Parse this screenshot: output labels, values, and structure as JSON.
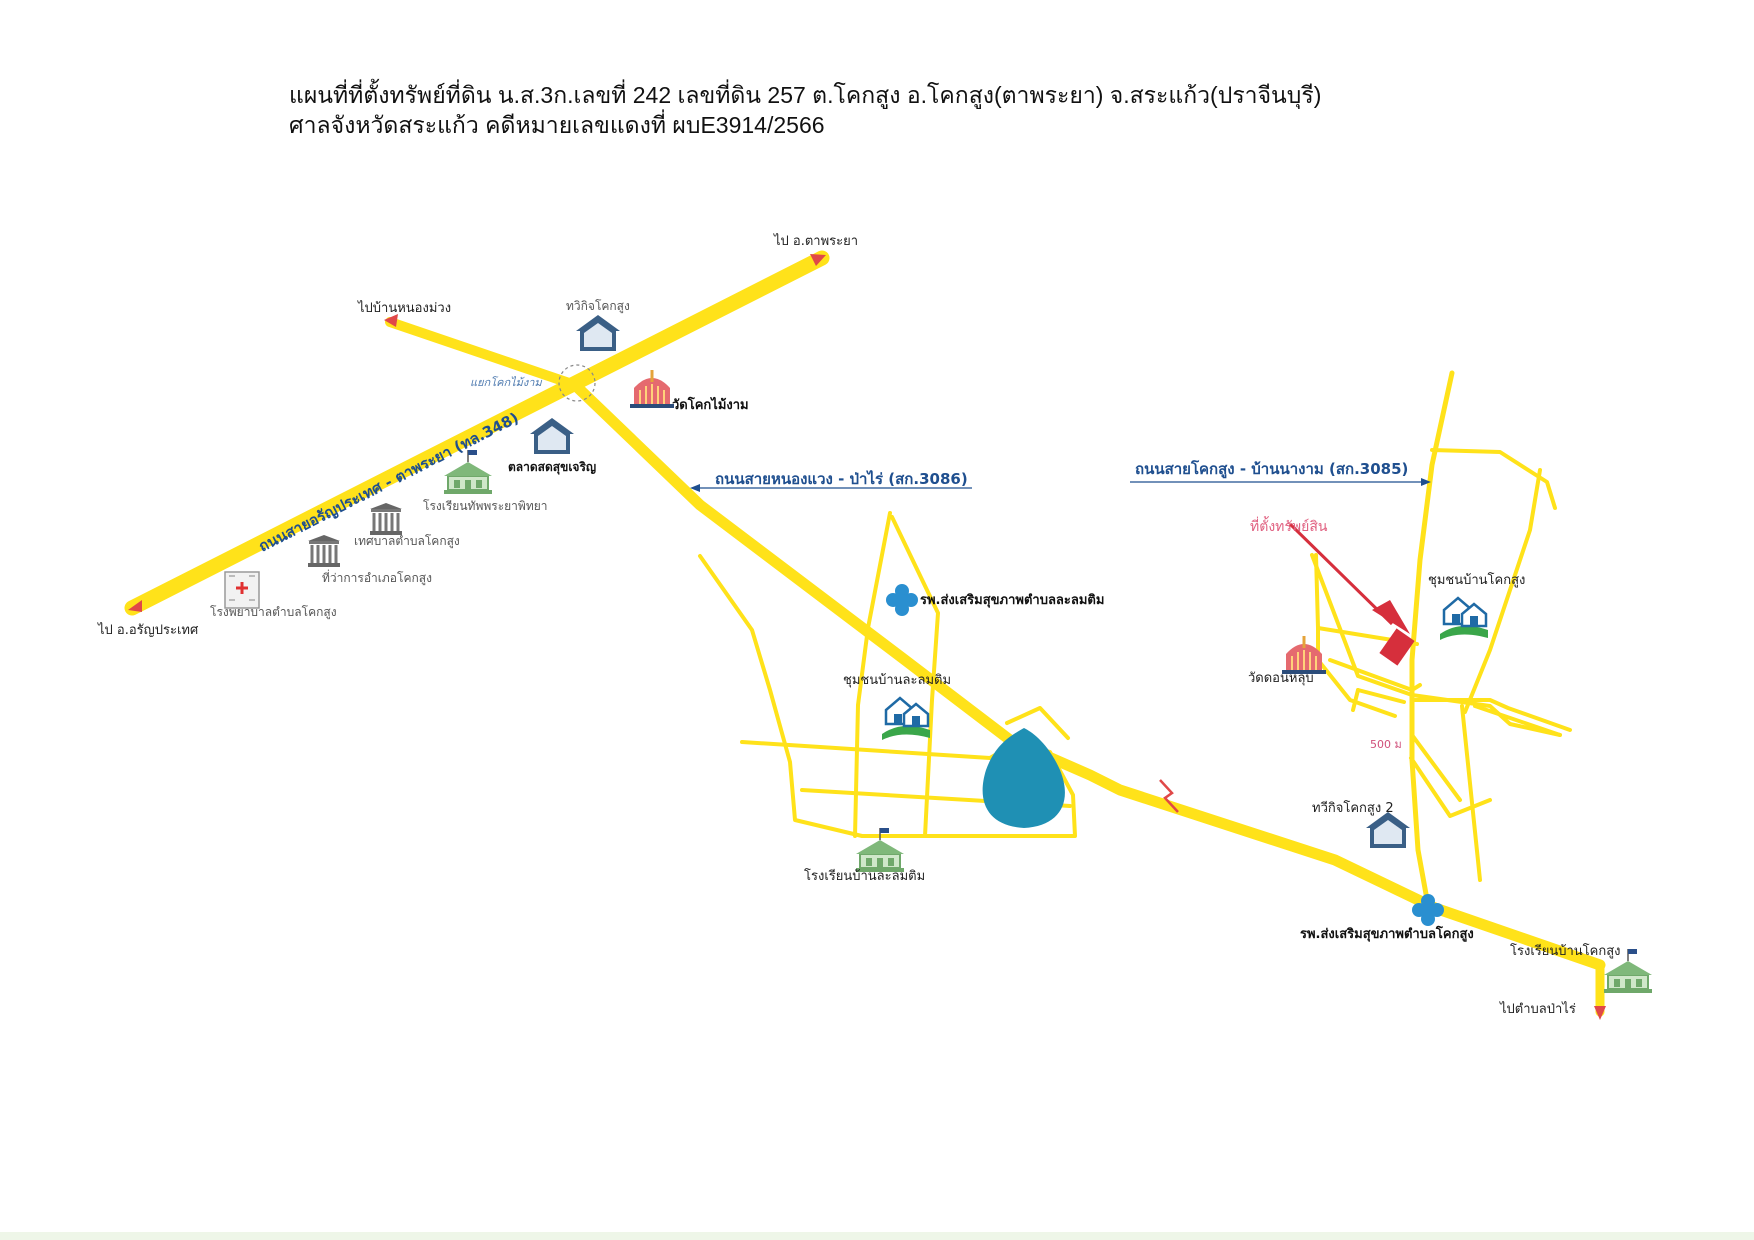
{
  "title": {
    "line1": "แผนที่ที่ตั้งทรัพย์ที่ดิน น.ส.3ก.เลขที่ 242 เลขที่ดิน 257 ต.โคกสูง อ.โคกสูง(ตาพระยา) จ.สระแก้ว(ปราจีนบุรี)",
    "line2": "ศาลจังหวัดสระแก้ว คดีหมายเลขแดงที่ ผบE3914/2566"
  },
  "directions": {
    "to_taphraya": "ไป อ.ตาพระยา",
    "to_ban_nong_muang": "ไปบ้านหนองม่วง",
    "to_aranyaprathet": "ไป อ.อรัญประเทศ",
    "to_pa_rai": "ไปตำบลป่าไร่"
  },
  "roads": {
    "highway_348": "ถนนสายอรัญประเทศ - ตาพระยา (ทล.348)",
    "road_3086": "ถนนสายหนองแวง - ป่าไร่ (สก.3086)",
    "road_3085": "ถนนสายโคกสูง - บ้านนางาม (สก.3085)"
  },
  "junction": "แยกโคกไม้งาม",
  "places": {
    "twin_khok_sung": "ทวิกิจโคกสูง",
    "wat_khok_mai_ngam": "วัดโคกไม้งาม",
    "market": "ตลาดสดสุขเจริญ",
    "school_thap_phraya": "โรงเรียนทัพพระยาพิทยา",
    "municipality": "เทศบาลตำบลโคกสูง",
    "district_office": "ที่ว่าการอำเภอโคกสูง",
    "hospital": "โรงพยาบาลตำบลโคกสูง",
    "health_center_lalom_tim": "รพ.ส่งเสริมสุขภาพตำบลละลมติม",
    "community_lalom_tim": "ชุมชนบ้านละลมติม",
    "school_lalom_tim": "โรงเรียนบ้านละลมติม",
    "property": "ที่ตั้งทรัพย์สิน",
    "community_khok_sung": "ชุมชนบ้านโคกสูง",
    "wat_don_lub": "วัดดอนหลุบ",
    "twin_khok_sung_2": "ทวีกิจโคกสูง 2",
    "health_center_khok_sung": "รพ.ส่งเสริมสุขภาพตำบลโคกสูง",
    "school_khok_sung": "โรงเรียนบ้านโคกสูง"
  },
  "scale": "500 ม",
  "colors": {
    "road": "#ffe21a",
    "road_arrow": "#e04848",
    "blue_road_label": "#1f4f8f",
    "pond": "#1f90b4",
    "property_arrow": "#d62f3c",
    "building": "#3a5f86",
    "temple": "#e56a6f",
    "health_cross": "#2a8fd0",
    "community_house": "#1f6aa5",
    "community_grass": "#3aa64a"
  },
  "icons": {
    "house": "house-icon",
    "temple": "temple-icon",
    "school": "school-icon",
    "government": "government-building-icon",
    "hospital": "hospital-icon",
    "health": "health-cross-icon",
    "community": "community-icon",
    "pond": "pond",
    "railway_break": "road-break-icon",
    "pin": "property-pointer-arrow"
  }
}
